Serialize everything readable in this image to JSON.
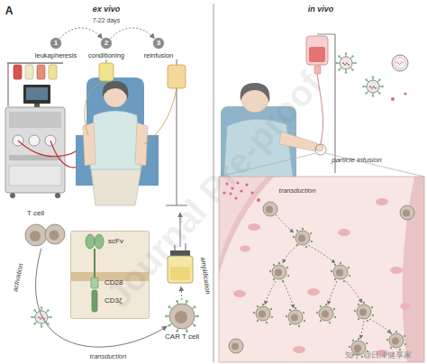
{
  "diagram": {
    "nodes": [
      {
        "text": [
          "1",
          "leukapheresis"
        ]
      },
      {
        "text": [
          "2",
          "conditioning"
        ]
      },
      {
        "text": [
          "3",
          "reinfusion"
        ]
      },
      {
        "text": [
          "T cell"
        ]
      },
      {
        "text": [
          "CAR T cell"
        ]
      },
      {
        "text": [
          "scFv",
          "CD28",
          "CD3ζ"
        ]
      }
    ],
    "edges": [
      {
        "from": 0,
        "to": 1,
        "arrow": "to"
      },
      {
        "from": 1,
        "to": 2,
        "arrow": "to"
      },
      {
        "from": 3,
        "to": 4,
        "arrow": "to",
        "label": "transduction"
      }
    ],
    "labels": [
      "A",
      "ex vivo",
      "in vivo",
      "7-22 days",
      "activation",
      "amplification",
      "particle infusion",
      "transduction",
      "Journal Pre-proof",
      "知乎 @日泽健享家"
    ]
  }
}
